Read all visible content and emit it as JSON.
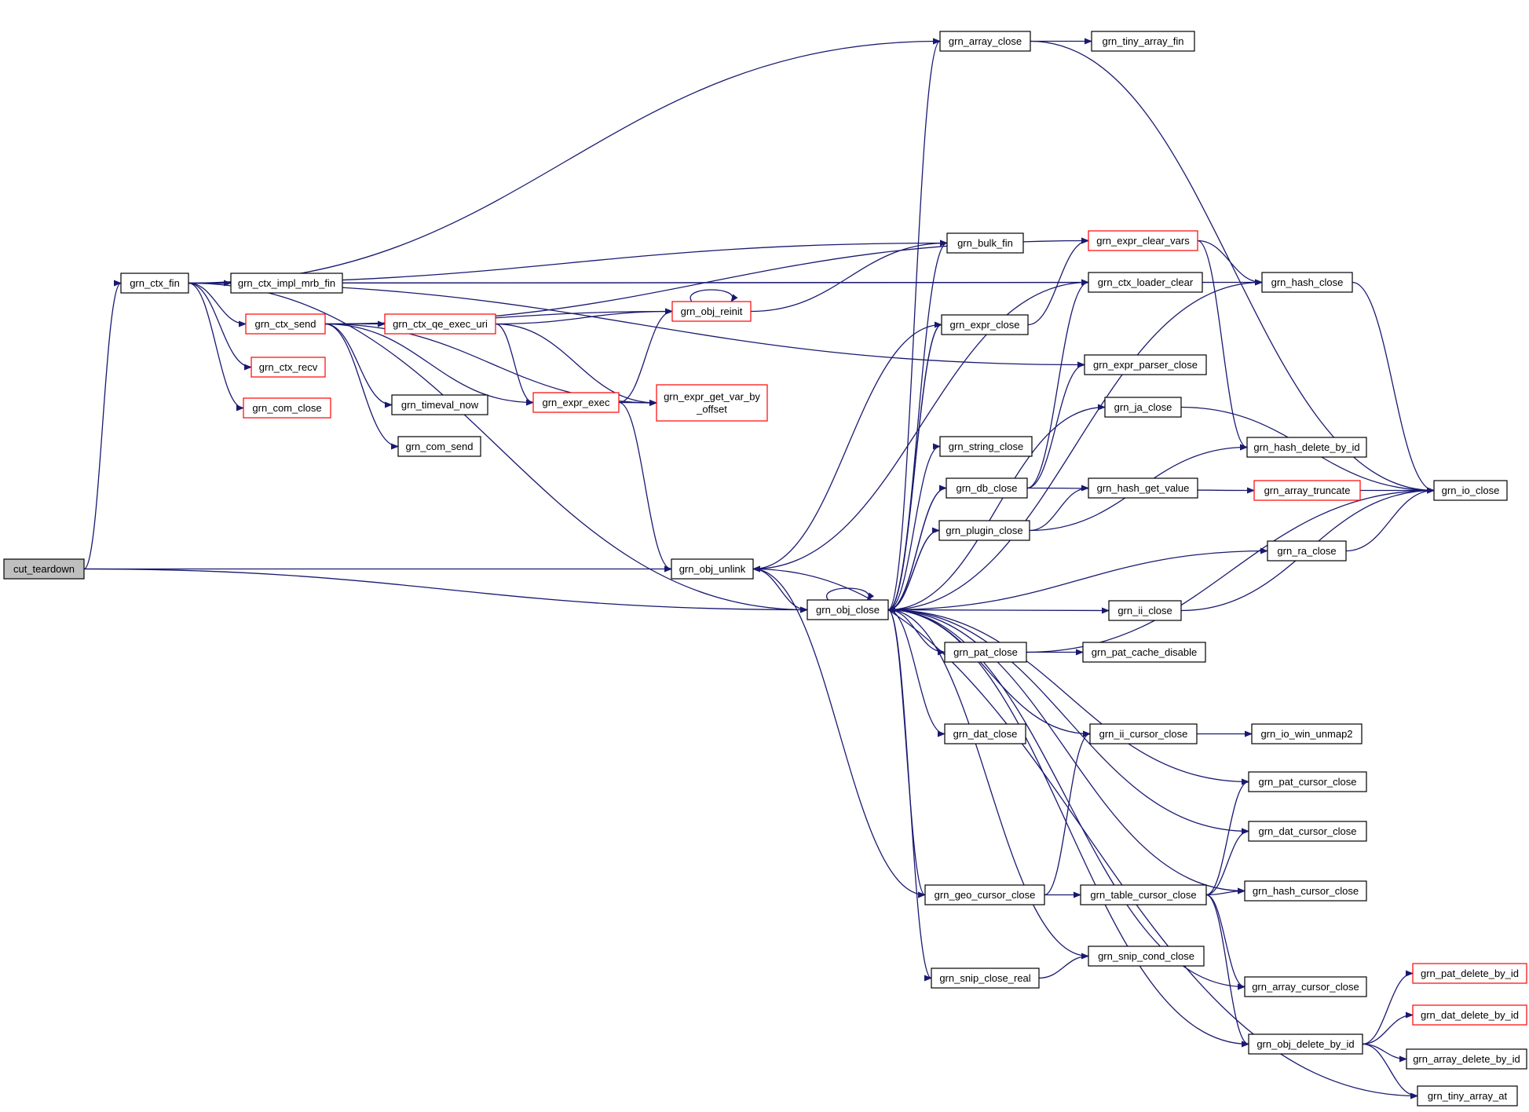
{
  "colors": {
    "edge": "#191970",
    "node_border": "#000000",
    "node_border_truncated": "#ff0000",
    "root_fill": "#bfbfbf"
  },
  "nodes": [
    {
      "id": "cut_teardown",
      "label": "cut_teardown",
      "style": "root"
    },
    {
      "id": "grn_ctx_fin",
      "label": "grn_ctx_fin",
      "style": "normal"
    },
    {
      "id": "grn_ctx_impl_mrb_fin",
      "label": "grn_ctx_impl_mrb_fin",
      "style": "normal"
    },
    {
      "id": "grn_ctx_send",
      "label": "grn_ctx_send",
      "style": "red"
    },
    {
      "id": "grn_ctx_recv",
      "label": "grn_ctx_recv",
      "style": "red"
    },
    {
      "id": "grn_com_close",
      "label": "grn_com_close",
      "style": "red"
    },
    {
      "id": "grn_ctx_qe_exec_uri",
      "label": "grn_ctx_qe_exec_uri",
      "style": "red"
    },
    {
      "id": "grn_timeval_now",
      "label": "grn_timeval_now",
      "style": "normal"
    },
    {
      "id": "grn_com_send",
      "label": "grn_com_send",
      "style": "normal"
    },
    {
      "id": "grn_expr_exec",
      "label": "grn_expr_exec",
      "style": "red"
    },
    {
      "id": "grn_obj_reinit",
      "label": "grn_obj_reinit",
      "style": "red"
    },
    {
      "id": "grn_expr_get_var_by_offset",
      "label": "grn_expr_get_var_by\n_offset",
      "style": "red"
    },
    {
      "id": "grn_obj_unlink",
      "label": "grn_obj_unlink",
      "style": "normal"
    },
    {
      "id": "grn_obj_close",
      "label": "grn_obj_close",
      "style": "normal"
    },
    {
      "id": "grn_array_close",
      "label": "grn_array_close",
      "style": "normal"
    },
    {
      "id": "grn_tiny_array_fin",
      "label": "grn_tiny_array_fin",
      "style": "normal"
    },
    {
      "id": "grn_bulk_fin",
      "label": "grn_bulk_fin",
      "style": "normal"
    },
    {
      "id": "grn_expr_clear_vars",
      "label": "grn_expr_clear_vars",
      "style": "red"
    },
    {
      "id": "grn_ctx_loader_clear",
      "label": "grn_ctx_loader_clear",
      "style": "normal"
    },
    {
      "id": "grn_expr_close",
      "label": "grn_expr_close",
      "style": "normal"
    },
    {
      "id": "grn_expr_parser_close",
      "label": "grn_expr_parser_close",
      "style": "normal"
    },
    {
      "id": "grn_ja_close",
      "label": "grn_ja_close",
      "style": "normal"
    },
    {
      "id": "grn_string_close",
      "label": "grn_string_close",
      "style": "normal"
    },
    {
      "id": "grn_db_close",
      "label": "grn_db_close",
      "style": "normal"
    },
    {
      "id": "grn_hash_get_value",
      "label": "grn_hash_get_value",
      "style": "normal"
    },
    {
      "id": "grn_plugin_close",
      "label": "grn_plugin_close",
      "style": "normal"
    },
    {
      "id": "grn_hash_close",
      "label": "grn_hash_close",
      "style": "normal"
    },
    {
      "id": "grn_hash_delete_by_id",
      "label": "grn_hash_delete_by_id",
      "style": "normal"
    },
    {
      "id": "grn_array_truncate",
      "label": "grn_array_truncate",
      "style": "red"
    },
    {
      "id": "grn_io_close",
      "label": "grn_io_close",
      "style": "normal"
    },
    {
      "id": "grn_ra_close",
      "label": "grn_ra_close",
      "style": "normal"
    },
    {
      "id": "grn_ii_close",
      "label": "grn_ii_close",
      "style": "normal"
    },
    {
      "id": "grn_pat_close",
      "label": "grn_pat_close",
      "style": "normal"
    },
    {
      "id": "grn_pat_cache_disable",
      "label": "grn_pat_cache_disable",
      "style": "normal"
    },
    {
      "id": "grn_dat_close",
      "label": "grn_dat_close",
      "style": "normal"
    },
    {
      "id": "grn_ii_cursor_close",
      "label": "grn_ii_cursor_close",
      "style": "normal"
    },
    {
      "id": "grn_io_win_unmap2",
      "label": "grn_io_win_unmap2",
      "style": "normal"
    },
    {
      "id": "grn_pat_cursor_close",
      "label": "grn_pat_cursor_close",
      "style": "normal"
    },
    {
      "id": "grn_dat_cursor_close",
      "label": "grn_dat_cursor_close",
      "style": "normal"
    },
    {
      "id": "grn_geo_cursor_close",
      "label": "grn_geo_cursor_close",
      "style": "normal"
    },
    {
      "id": "grn_table_cursor_close",
      "label": "grn_table_cursor_close",
      "style": "normal"
    },
    {
      "id": "grn_hash_cursor_close",
      "label": "grn_hash_cursor_close",
      "style": "normal"
    },
    {
      "id": "grn_snip_cond_close",
      "label": "grn_snip_cond_close",
      "style": "normal"
    },
    {
      "id": "grn_snip_close_real",
      "label": "grn_snip_close_real",
      "style": "normal"
    },
    {
      "id": "grn_array_cursor_close",
      "label": "grn_array_cursor_close",
      "style": "normal"
    },
    {
      "id": "grn_pat_delete_by_id",
      "label": "grn_pat_delete_by_id",
      "style": "red"
    },
    {
      "id": "grn_dat_delete_by_id",
      "label": "grn_dat_delete_by_id",
      "style": "red"
    },
    {
      "id": "grn_obj_delete_by_id",
      "label": "grn_obj_delete_by_id",
      "style": "normal"
    },
    {
      "id": "grn_array_delete_by_id",
      "label": "grn_array_delete_by_id",
      "style": "normal"
    },
    {
      "id": "grn_tiny_array_at",
      "label": "grn_tiny_array_at",
      "style": "normal"
    }
  ],
  "edges": [
    [
      "cut_teardown",
      "grn_ctx_fin"
    ],
    [
      "cut_teardown",
      "grn_obj_unlink"
    ],
    [
      "cut_teardown",
      "grn_obj_close"
    ],
    [
      "grn_ctx_fin",
      "grn_array_close"
    ],
    [
      "grn_ctx_fin",
      "grn_hash_close"
    ],
    [
      "grn_ctx_fin",
      "grn_ctx_loader_clear"
    ],
    [
      "grn_ctx_fin",
      "grn_expr_parser_close"
    ],
    [
      "grn_ctx_fin",
      "grn_bulk_fin"
    ],
    [
      "grn_ctx_fin",
      "grn_ctx_impl_mrb_fin"
    ],
    [
      "grn_ctx_fin",
      "grn_ctx_send"
    ],
    [
      "grn_ctx_fin",
      "grn_ctx_recv"
    ],
    [
      "grn_ctx_fin",
      "grn_com_close"
    ],
    [
      "grn_ctx_fin",
      "grn_obj_close"
    ],
    [
      "grn_ctx_send",
      "grn_expr_clear_vars"
    ],
    [
      "grn_ctx_send",
      "grn_obj_reinit"
    ],
    [
      "grn_ctx_send",
      "grn_ctx_qe_exec_uri"
    ],
    [
      "grn_ctx_send",
      "grn_expr_exec"
    ],
    [
      "grn_ctx_send",
      "grn_timeval_now"
    ],
    [
      "grn_ctx_send",
      "grn_com_send"
    ],
    [
      "grn_ctx_send",
      "grn_expr_get_var_by_offset"
    ],
    [
      "grn_ctx_qe_exec_uri",
      "grn_obj_reinit"
    ],
    [
      "grn_ctx_qe_exec_uri",
      "grn_expr_exec"
    ],
    [
      "grn_ctx_qe_exec_uri",
      "grn_expr_get_var_by_offset"
    ],
    [
      "grn_expr_exec",
      "grn_obj_reinit"
    ],
    [
      "grn_expr_exec",
      "grn_expr_get_var_by_offset"
    ],
    [
      "grn_expr_exec",
      "grn_obj_unlink"
    ],
    [
      "grn_obj_reinit",
      "grn_obj_reinit"
    ],
    [
      "grn_obj_reinit",
      "grn_bulk_fin"
    ],
    [
      "grn_obj_unlink",
      "grn_obj_close"
    ],
    [
      "grn_obj_unlink",
      "grn_tiny_array_at"
    ],
    [
      "grn_array_close",
      "grn_tiny_array_fin"
    ],
    [
      "grn_array_close",
      "grn_io_close"
    ],
    [
      "grn_expr_clear_vars",
      "grn_hash_close"
    ],
    [
      "grn_expr_clear_vars",
      "grn_hash_delete_by_id"
    ],
    [
      "grn_ctx_loader_clear",
      "grn_obj_unlink"
    ],
    [
      "grn_expr_close",
      "grn_expr_clear_vars"
    ],
    [
      "grn_expr_close",
      "grn_obj_unlink"
    ],
    [
      "grn_ja_close",
      "grn_io_close"
    ],
    [
      "grn_db_close",
      "grn_ctx_loader_clear"
    ],
    [
      "grn_db_close",
      "grn_expr_parser_close"
    ],
    [
      "grn_db_close",
      "grn_array_truncate"
    ],
    [
      "grn_plugin_close",
      "grn_hash_get_value"
    ],
    [
      "grn_plugin_close",
      "grn_hash_delete_by_id"
    ],
    [
      "grn_hash_close",
      "grn_io_close"
    ],
    [
      "grn_array_truncate",
      "grn_io_close"
    ],
    [
      "grn_ra_close",
      "grn_io_close"
    ],
    [
      "grn_ii_close",
      "grn_io_close"
    ],
    [
      "grn_pat_close",
      "grn_pat_cache_disable"
    ],
    [
      "grn_pat_close",
      "grn_io_close"
    ],
    [
      "grn_ii_cursor_close",
      "grn_io_win_unmap2"
    ],
    [
      "grn_geo_cursor_close",
      "grn_ii_cursor_close"
    ],
    [
      "grn_geo_cursor_close",
      "grn_table_cursor_close"
    ],
    [
      "grn_table_cursor_close",
      "grn_pat_cursor_close"
    ],
    [
      "grn_table_cursor_close",
      "grn_dat_cursor_close"
    ],
    [
      "grn_table_cursor_close",
      "grn_hash_cursor_close"
    ],
    [
      "grn_table_cursor_close",
      "grn_array_cursor_close"
    ],
    [
      "grn_table_cursor_close",
      "grn_obj_delete_by_id"
    ],
    [
      "grn_snip_close_real",
      "grn_snip_cond_close"
    ],
    [
      "grn_obj_delete_by_id",
      "grn_pat_delete_by_id"
    ],
    [
      "grn_obj_delete_by_id",
      "grn_dat_delete_by_id"
    ],
    [
      "grn_obj_delete_by_id",
      "grn_array_delete_by_id"
    ],
    [
      "grn_obj_delete_by_id",
      "grn_tiny_array_at"
    ],
    [
      "grn_obj_close",
      "grn_obj_close"
    ],
    [
      "grn_obj_close",
      "grn_array_close"
    ],
    [
      "grn_obj_close",
      "grn_bulk_fin"
    ],
    [
      "grn_obj_close",
      "grn_expr_close"
    ],
    [
      "grn_obj_close",
      "grn_ja_close"
    ],
    [
      "grn_obj_close",
      "grn_string_close"
    ],
    [
      "grn_obj_close",
      "grn_db_close"
    ],
    [
      "grn_obj_close",
      "grn_plugin_close"
    ],
    [
      "grn_obj_close",
      "grn_hash_close"
    ],
    [
      "grn_obj_close",
      "grn_ra_close"
    ],
    [
      "grn_obj_close",
      "grn_ii_close"
    ],
    [
      "grn_obj_close",
      "grn_pat_close"
    ],
    [
      "grn_obj_close",
      "grn_dat_close"
    ],
    [
      "grn_obj_close",
      "grn_ii_cursor_close"
    ],
    [
      "grn_obj_close",
      "grn_pat_cursor_close"
    ],
    [
      "grn_obj_close",
      "grn_dat_cursor_close"
    ],
    [
      "grn_obj_close",
      "grn_hash_cursor_close"
    ],
    [
      "grn_obj_close",
      "grn_geo_cursor_close"
    ],
    [
      "grn_obj_close",
      "grn_snip_close_real"
    ],
    [
      "grn_obj_close",
      "grn_array_cursor_close"
    ],
    [
      "grn_obj_close",
      "grn_obj_delete_by_id"
    ],
    [
      "grn_expr_close",
      "grn_obj_close"
    ],
    [
      "grn_db_close",
      "grn_obj_close"
    ],
    [
      "grn_plugin_close",
      "grn_obj_close"
    ],
    [
      "grn_geo_cursor_close",
      "grn_obj_unlink"
    ],
    [
      "grn_snip_cond_close",
      "grn_obj_close"
    ]
  ]
}
